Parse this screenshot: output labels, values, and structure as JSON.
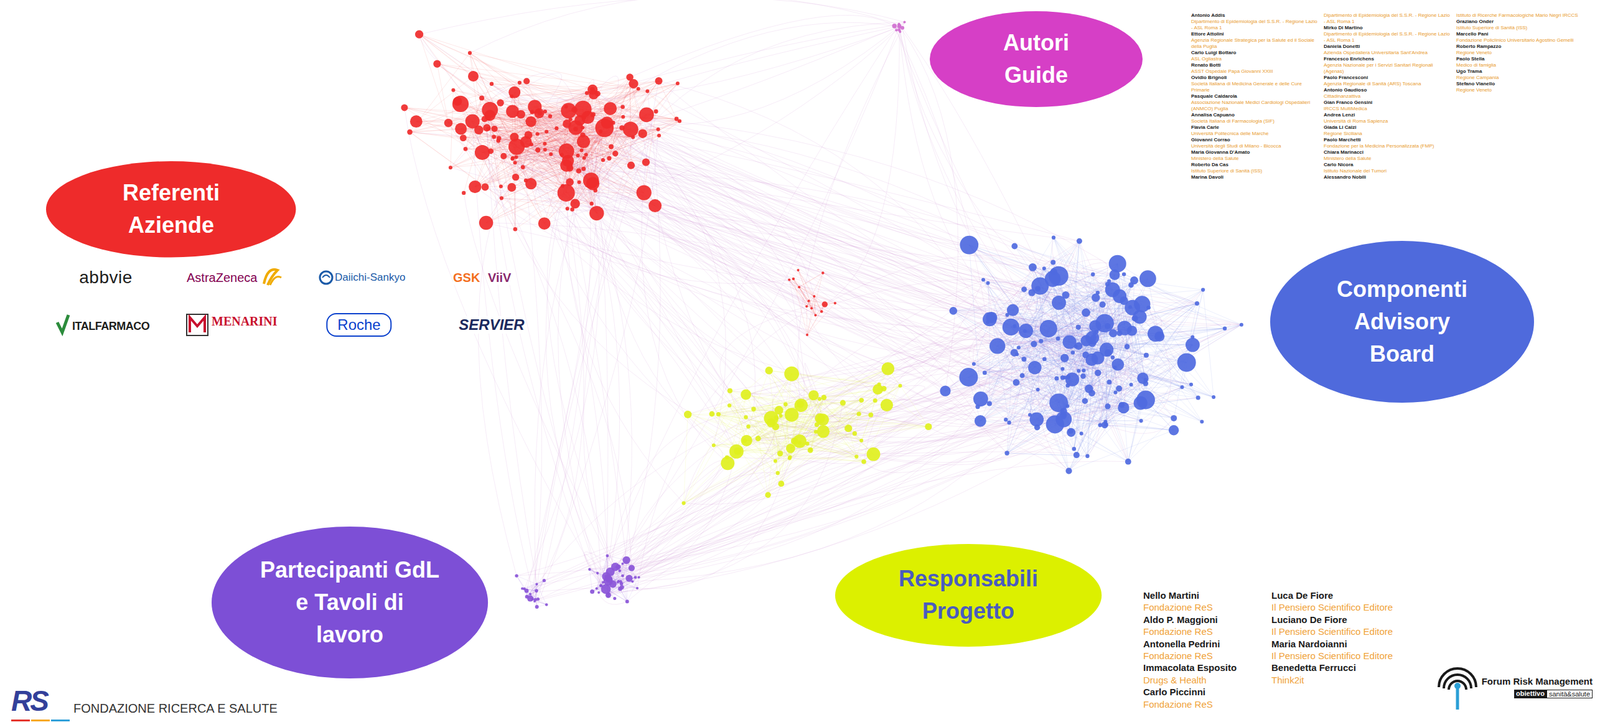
{
  "diagram": {
    "nodes": [
      {
        "text": [
          "Referenti Aziende"
        ]
      },
      {
        "text": [
          "Autori Guide"
        ]
      },
      {
        "text": [
          "Componenti Advisory Board"
        ]
      },
      {
        "text": [
          "Partecipanti GdL e Tavoli di lavoro"
        ]
      },
      {
        "text": [
          "Responsabili Progetto"
        ]
      }
    ],
    "labels": [
      "abbvie",
      "AstraZeneca",
      "Daiichi-Sankyo",
      "GSK",
      "ViiV",
      "ITALFARMACO",
      "MENARINI",
      "Roche",
      "SERVIER",
      "Antonio Addis",
      "Dipartimento di Epidemiologia del S.S.R. - Regione Lazio - ASL Roma 1",
      "Ettore Attolini",
      "Agenzia Regionale Strategica per la Salute ed il Sociale della Puglia",
      "Carlo Luigi Bottaro",
      "ASL Ogliastra",
      "Renato Botti",
      "ASST Ospedale Papa Giovanni XXIII",
      "Ovidio Brignoli",
      "Società Italiana di Medicina Generale e delle Cure Primarie",
      "Pasquale Caldarola",
      "Associazione Nazionale Medici Cardiologi Ospedalieri (ANMCO) Puglia",
      "Annalisa Capuano",
      "Società Italiana di Farmacologia (SIF)",
      "Flavia Carle",
      "Università Politecnica delle Marche",
      "Giovanni Corrao",
      "Università degli Studi di Milano - Bicocca",
      "Maria Giovanna D'Amato",
      "Ministero della Salute",
      "Roberto Da Cas",
      "Istituto Superiore di Sanità (ISS)",
      "Marina Davoli",
      "Dipartimento di Epidemiologia del S.S.R. - Regione Lazio - ASL Roma 1",
      "Mirko Di Martino",
      "Dipartimento di Epidemiologia del S.S.R. - Regione Lazio - ASL Roma 1",
      "Daniela Donetti",
      "Azienda Ospedaliera Universitaria Sant'Andrea",
      "Francesco Enrichens",
      "Agenzia Nazionale per i Servizi Sanitari Regionali (Agenas)",
      "Paolo Francesconi",
      "Agenzia Regionale di Sanità (ARS) Toscana",
      "Antonio Gaudioso",
      "Cittadinanzattiva",
      "Gian Franco Gensini",
      "IRCCS MultiMedica",
      "Andrea Lenzi",
      "Università di Roma Sapienza",
      "Giada Li Calzi",
      "Regione Siciliana",
      "Paolo Marchetti",
      "Fondazione per la Medicina Personalizzata (FMP)",
      "Chiara Marinacci",
      "Ministero della Salute",
      "Carlo Nicora",
      "Istituto Nazionale dei Tumori",
      "Alessandro Nobili",
      "Istituto di Ricerche Farmacologiche Mario Negri IRCCS",
      "Graziano Onder",
      "Istituto Superiore di Sanità (ISS)",
      "Marcello Pani",
      "Fondazione Policlinico Universitario Agostino Gemelli",
      "Roberto Rampazzo",
      "Regione Veneto",
      "Paolo Stella",
      "Medico di famiglia",
      "Ugo Trama",
      "Regione Campania",
      "Stefano Vianello",
      "Regione Veneto",
      "Nello Martini",
      "Fondazione ReS",
      "Aldo P. Maggioni",
      "Fondazione ReS",
      "Antonella Pedrini",
      "Fondazione ReS",
      "Immacolata Esposito",
      "Drugs & Health",
      "Carlo Piccinni",
      "Fondazione ReS",
      "Luca De Fiore",
      "Il Pensiero Scientifico Editore",
      "Luciano De Fiore",
      "Il Pensiero Scientifico Editore",
      "Maria Nardoianni",
      "Il Pensiero Scientifico Editore",
      "Benedetta Ferrucci",
      "Think2it",
      "RS",
      "FONDAZIONE RICERCA E SALUTE",
      "Forum Risk Management",
      "obiettivo",
      "sanità&salute"
    ]
  }
}
